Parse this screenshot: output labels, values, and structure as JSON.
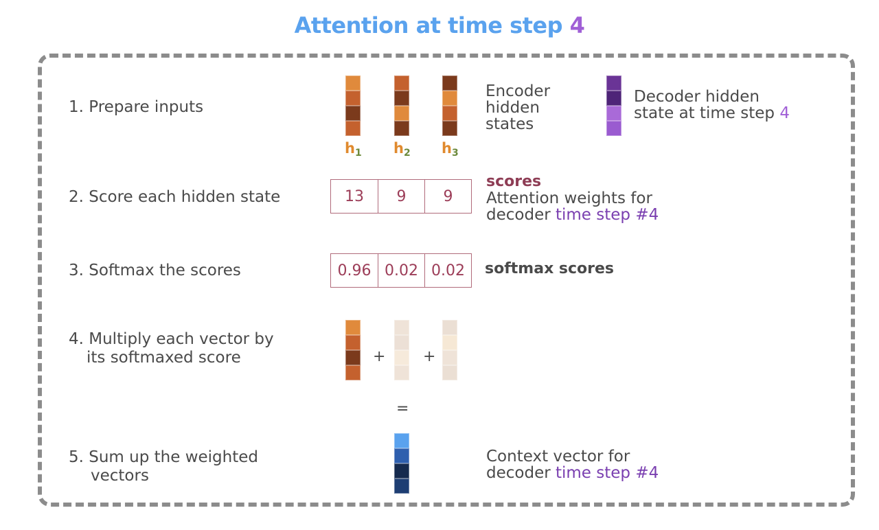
{
  "title": {
    "main": "Attention at time step",
    "step": "4"
  },
  "steps": [
    {
      "label": "1.  Prepare inputs"
    },
    {
      "label": "2.  Score each hidden state"
    },
    {
      "label": "3.  Softmax the scores"
    },
    {
      "line1": "4. Multiply each vector by",
      "line2": "its softmaxed score"
    },
    {
      "line1": "5. Sum up the weighted",
      "line2": "vectors"
    }
  ],
  "encoder": {
    "label_lines": [
      "Encoder",
      "hidden",
      "states"
    ],
    "vectors": [
      {
        "h": "h",
        "sub": "1",
        "colors": [
          "#e08a3c",
          "#c4612e",
          "#7b3a1c",
          "#c4612e"
        ]
      },
      {
        "h": "h",
        "sub": "2",
        "colors": [
          "#c4612e",
          "#7b3a1c",
          "#e08a3c",
          "#7b3a1c"
        ]
      },
      {
        "h": "h",
        "sub": "3",
        "colors": [
          "#7b3a1c",
          "#e08a3c",
          "#c4612e",
          "#7b3a1c"
        ]
      }
    ]
  },
  "decoder": {
    "label_line1": "Decoder hidden",
    "label_line2_prefix": "state at time step ",
    "label_line2_step": "4",
    "colors": [
      "#6a3496",
      "#4e2478",
      "#a96ad8",
      "#9a5bd0"
    ]
  },
  "scores": {
    "values": [
      "13",
      "9",
      "9"
    ],
    "title": "scores",
    "desc_line1": "Attention weights for",
    "desc_line2_prefix": "decoder ",
    "desc_line2_highlight": "time step #4"
  },
  "softmax": {
    "values": [
      "0.96",
      "0.02",
      "0.02"
    ],
    "title": "softmax scores"
  },
  "weighted": {
    "vectors": [
      {
        "colors": [
          "#e08a3c",
          "#c4612e",
          "#7b3a1c",
          "#c4612e"
        ]
      },
      {
        "colors": [
          "#efe3d8",
          "#ece0d6",
          "#f6eadb",
          "#efe3d8"
        ]
      },
      {
        "colors": [
          "#ebdfd4",
          "#f6e8d5",
          "#efe3d8",
          "#ebdfd4"
        ]
      }
    ],
    "plus": "+",
    "equals": "="
  },
  "context": {
    "colors": [
      "#5aa2ee",
      "#2e5fae",
      "#152a4e",
      "#1e3e73"
    ],
    "line1": "Context vector for",
    "line2_prefix": "decoder ",
    "line2_highlight": "time step #4"
  }
}
